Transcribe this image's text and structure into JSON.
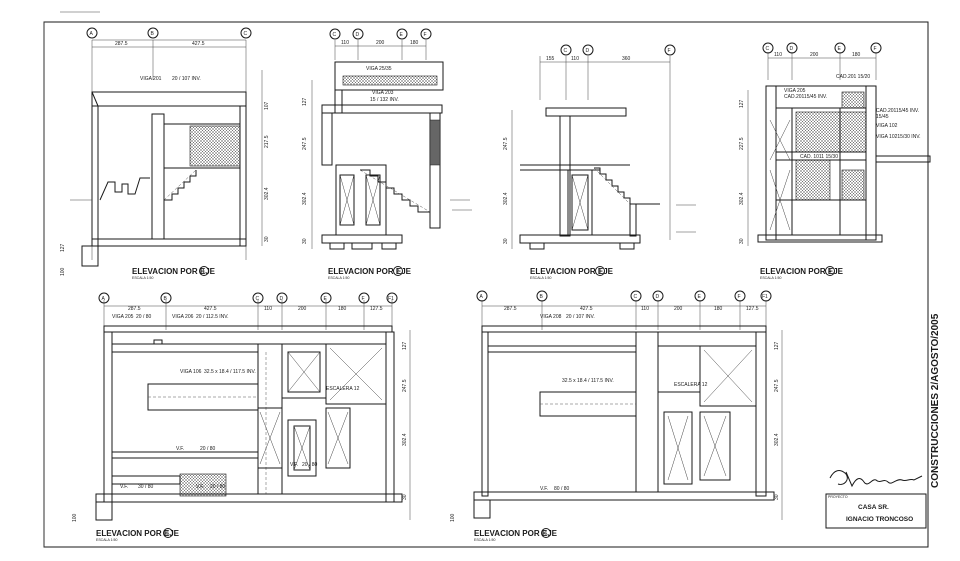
{
  "elevations": [
    {
      "id": "eje1",
      "title": "ELEVACION POR EJE",
      "number": "1",
      "scale": "ESCALA 1:50",
      "axes": [
        "A",
        "B",
        "C"
      ],
      "dims": [
        "287.5",
        "427.5"
      ],
      "labels": [
        "VIGA 201",
        "20 / 107 INV."
      ],
      "vert_dims": [
        "107",
        "217.5",
        "302.4",
        "127",
        "30",
        "100"
      ]
    },
    {
      "id": "eje2",
      "title": "ELEVACION POR EJE",
      "number": "2",
      "scale": "ESCALA 1:50",
      "axes": [
        "C",
        "D",
        "E",
        "F"
      ],
      "dims": [
        "110",
        "200",
        "180"
      ],
      "labels": [
        "VIGA 25/35",
        "VIGA 203",
        "15 / 132 INV."
      ],
      "vert_dims": [
        "127",
        "247.5",
        "302.4",
        "30"
      ]
    },
    {
      "id": "eje3",
      "title": "ELEVACION POR EJE",
      "number": "3",
      "scale": "ESCALA 1:50",
      "axes": [
        "C",
        "D",
        "F"
      ],
      "dims": [
        "155",
        "110",
        "360"
      ],
      "labels": [],
      "vert_dims": [
        "247.5",
        "302.4",
        "30"
      ]
    },
    {
      "id": "eje4",
      "title": "ELEVACION POR EJE",
      "number": "4",
      "scale": "ESCALA 1:50",
      "axes": [
        "C",
        "D",
        "E",
        "F"
      ],
      "dims": [
        "110",
        "200",
        "180"
      ],
      "labels": [
        "VIGA 205",
        "CAD.20115/45 INV.",
        "CAD.201 15/20",
        "CAD.20115/45 INV.",
        "15/45",
        "VIGA 102",
        "VIGA 10215/30 INV.",
        "CAD. 1011 15/30"
      ],
      "vert_dims": [
        "127",
        "227.5",
        "302.4",
        "30"
      ]
    },
    {
      "id": "eje5",
      "title": "ELEVACION POR EJE",
      "number": "5",
      "scale": "ESCALA 1:50",
      "axes": [
        "A",
        "B",
        "C",
        "D",
        "E",
        "F",
        "F1"
      ],
      "dims": [
        "287.5",
        "427.5",
        "110",
        "200",
        "180",
        "127.5"
      ],
      "labels": [
        "VIGA 205",
        "20 / 80",
        "VIGA 206",
        "20 / 112.5 INV.",
        "VIGA 106",
        "32.5 x 18.4 / 117.5 INV.",
        "V.F.",
        "20 / 80",
        "V.F.",
        "30 / 80",
        "V.F.",
        "20 / 80",
        "V.F.",
        "20 / 80",
        "ESCALERA 12"
      ],
      "vert_dims": [
        "127",
        "247.5",
        "302.4",
        "30",
        "100"
      ]
    },
    {
      "id": "eje6",
      "title": "ELEVACION POR EJE",
      "number": "6",
      "scale": "ESCALA 1:50",
      "axes": [
        "A",
        "B",
        "C",
        "D",
        "E",
        "F",
        "F1"
      ],
      "dims": [
        "287.5",
        "427.5",
        "110",
        "200",
        "180",
        "127.5"
      ],
      "labels": [
        "VIGA 208",
        "20 / 107 INV.",
        "32.5 x 18.4 / 117.5 INV.",
        "V.F.",
        "80 / 80",
        "ESCALERA 12"
      ],
      "vert_dims": [
        "127",
        "247.5",
        "302.4",
        "30",
        "100"
      ]
    }
  ],
  "title_block": {
    "vertical_text": "CONSTRUCCIONES 2/AGOSTO/2005",
    "proyecto_label": "PROYECTO",
    "project_line1": "CASA SR.",
    "project_line2": "IGNACIO TRONCOSO"
  }
}
